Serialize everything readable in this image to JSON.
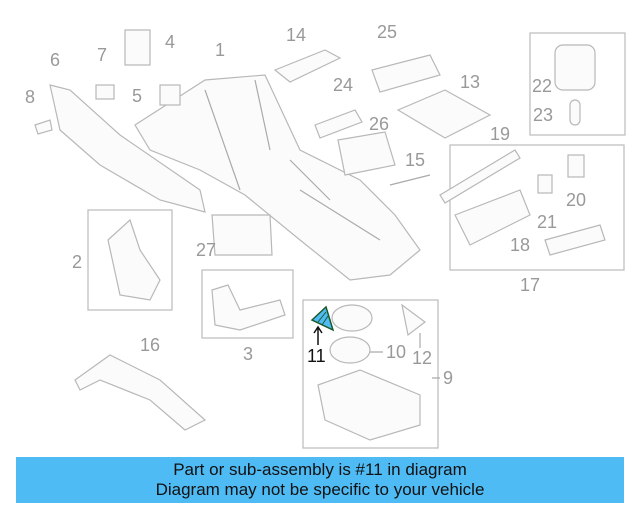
{
  "diagram": {
    "highlighted_part": "11",
    "highlight_color": "#4fbbf5",
    "callouts": [
      "1",
      "2",
      "3",
      "4",
      "5",
      "6",
      "7",
      "8",
      "9",
      "10",
      "11",
      "12",
      "13",
      "14",
      "15",
      "16",
      "17",
      "18",
      "19",
      "20",
      "21",
      "22",
      "23",
      "24",
      "25",
      "26",
      "27"
    ]
  },
  "banner": {
    "line1": "Part or sub-assembly is #11 in diagram",
    "line2": "Diagram may not be specific to your vehicle",
    "background": "#4fbbf5"
  }
}
